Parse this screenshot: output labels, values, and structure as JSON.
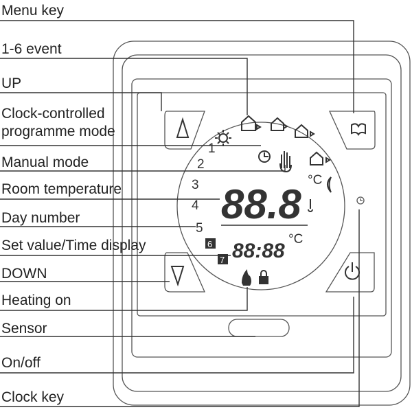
{
  "labels": {
    "menu_key": "Menu key",
    "event": "1-6 event",
    "up": "UP",
    "clock_mode_1": "Clock-controlled",
    "clock_mode_2": "programme mode",
    "manual": "Manual mode",
    "room_temp": "Room temperature",
    "day_number": "Day number",
    "set_value": "Set value/Time display",
    "down": "DOWN",
    "heating": "Heating on",
    "sensor": "Sensor",
    "onoff": "On/off",
    "clock_key": "Clock key"
  },
  "display": {
    "days": [
      "1",
      "2",
      "3",
      "4",
      "5",
      "6",
      "7"
    ],
    "main_value": "88.8",
    "time_value": "88:88",
    "unit": "°C"
  }
}
